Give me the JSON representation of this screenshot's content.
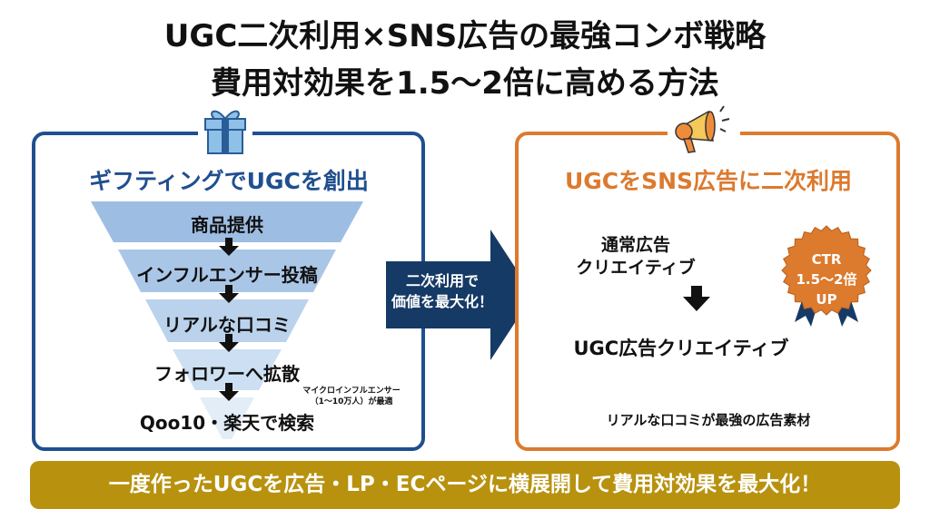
{
  "title": {
    "line1": "UGC二次利用×SNS広告の最強コンボ戦略",
    "line2": "費用対効果を1.5〜2倍に高める方法"
  },
  "left": {
    "heading": "ギフティングでUGCを創出",
    "steps": [
      "商品提供",
      "インフルエンサー投稿",
      "リアルな口コミ",
      "フォロワーへ拡散",
      "Qoo10・楽天で検索"
    ],
    "note_line1": "マイクロインフルエンサー",
    "note_line2": "（1〜10万人）が最適"
  },
  "center_arrow": {
    "line1": "二次利用で",
    "line2": "価値を最大化！"
  },
  "right": {
    "heading": "UGCをSNS広告に二次利用",
    "from_line1": "通常広告",
    "from_line2": "クリエイティブ",
    "to": "UGC広告クリエイティブ",
    "badge_line1": "CTR",
    "badge_line2": "1.5〜2倍",
    "badge_line3": "UP",
    "caption": "リアルな口コミが最強の広告素材"
  },
  "banner": {
    "text": "一度作ったUGCを広告・LP・ECページに横展開して費用対効果を最大化！"
  },
  "colors": {
    "blue": "#1f4f8f",
    "orange": "#dc7a2e",
    "gold": "#b8920f",
    "navy": "#163a66"
  }
}
